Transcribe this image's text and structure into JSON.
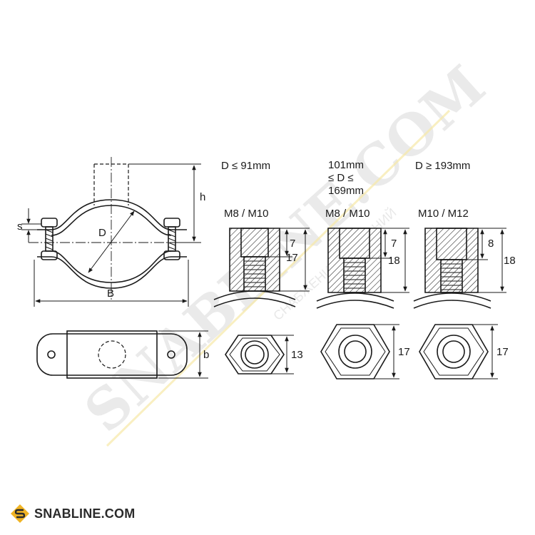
{
  "watermark": {
    "main": "SNABLINE.COM",
    "sub": "СНАБЖЕНИЕ КОМПАНИЙ"
  },
  "logo": {
    "text": "SNABLINE.COM",
    "accent": "#f0b323"
  },
  "clamp_side": {
    "labels": {
      "s": "s",
      "h": "h",
      "D": "D",
      "B": "B"
    }
  },
  "clamp_top": {
    "labels": {
      "b": "b"
    }
  },
  "columns": [
    {
      "range_lines": [
        "D ≤ 91mm"
      ],
      "thread": "M8 / M10",
      "inner_depth": "7",
      "height": "17",
      "hex_size": "13"
    },
    {
      "range_lines": [
        "101mm",
        "≤ D ≤",
        "169mm"
      ],
      "thread": "M8 / M10",
      "inner_depth": "7",
      "height": "18",
      "hex_size": "17"
    },
    {
      "range_lines": [
        "D ≥ 193mm"
      ],
      "thread": "M10 / M12",
      "inner_depth": "8",
      "height": "18",
      "hex_size": "17"
    }
  ]
}
